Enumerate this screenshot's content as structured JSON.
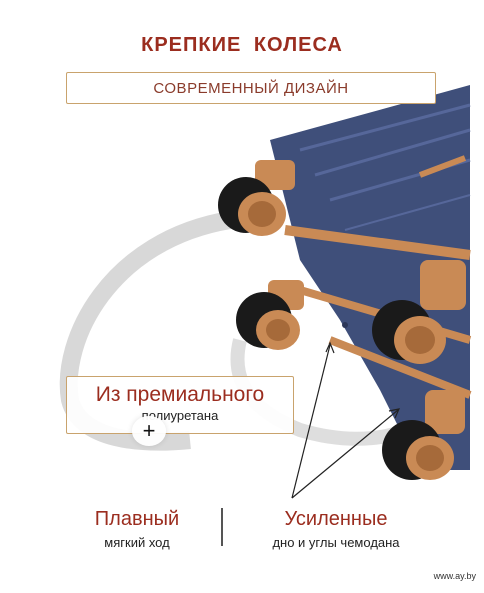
{
  "header": {
    "title": "КРЕПКИЕ  КОЛЕСА",
    "subtitle": "СОВРЕМЕННЫЙ ДИЗАЙН"
  },
  "callout": {
    "title": "Из премиального",
    "subtitle": "полиуретана"
  },
  "features": [
    {
      "title": "Плавный",
      "subtitle": "мягкий ход"
    },
    {
      "title": "Усиленные",
      "subtitle": "дно и углы чемодана"
    }
  ],
  "watermark": "www.ay.by",
  "colors": {
    "accent": "#9b2d1f",
    "border": "#c9a36d",
    "suitcase": "#3f4f7a",
    "trim": "#c98a55"
  }
}
